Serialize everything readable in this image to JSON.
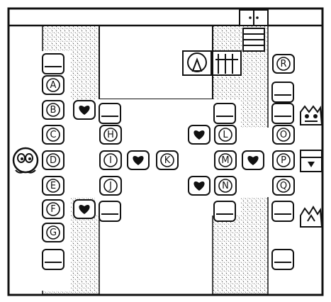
{
  "labels": {
    "A": "A",
    "B": "B",
    "C": "C",
    "D": "D",
    "E": "E",
    "F": "F",
    "G": "G",
    "H": "H",
    "I": "I",
    "J": "J",
    "K": "K",
    "L": "L",
    "M": "M",
    "N": "N",
    "O": "O",
    "P": "P",
    "Q": "Q",
    "R": "R"
  },
  "colors": {
    "ink": "#111111",
    "paper": "#ffffff",
    "floor_dots": "#555555"
  },
  "icons": {
    "heart": "heart-framer-icon",
    "lolo": "lolo-player-icon",
    "gol": "gol-monster-icon",
    "chest": "treasure-chest-icon",
    "door": "exit-door-icon",
    "ladder": "ladder-icon",
    "snakey": "snakey-icon"
  }
}
